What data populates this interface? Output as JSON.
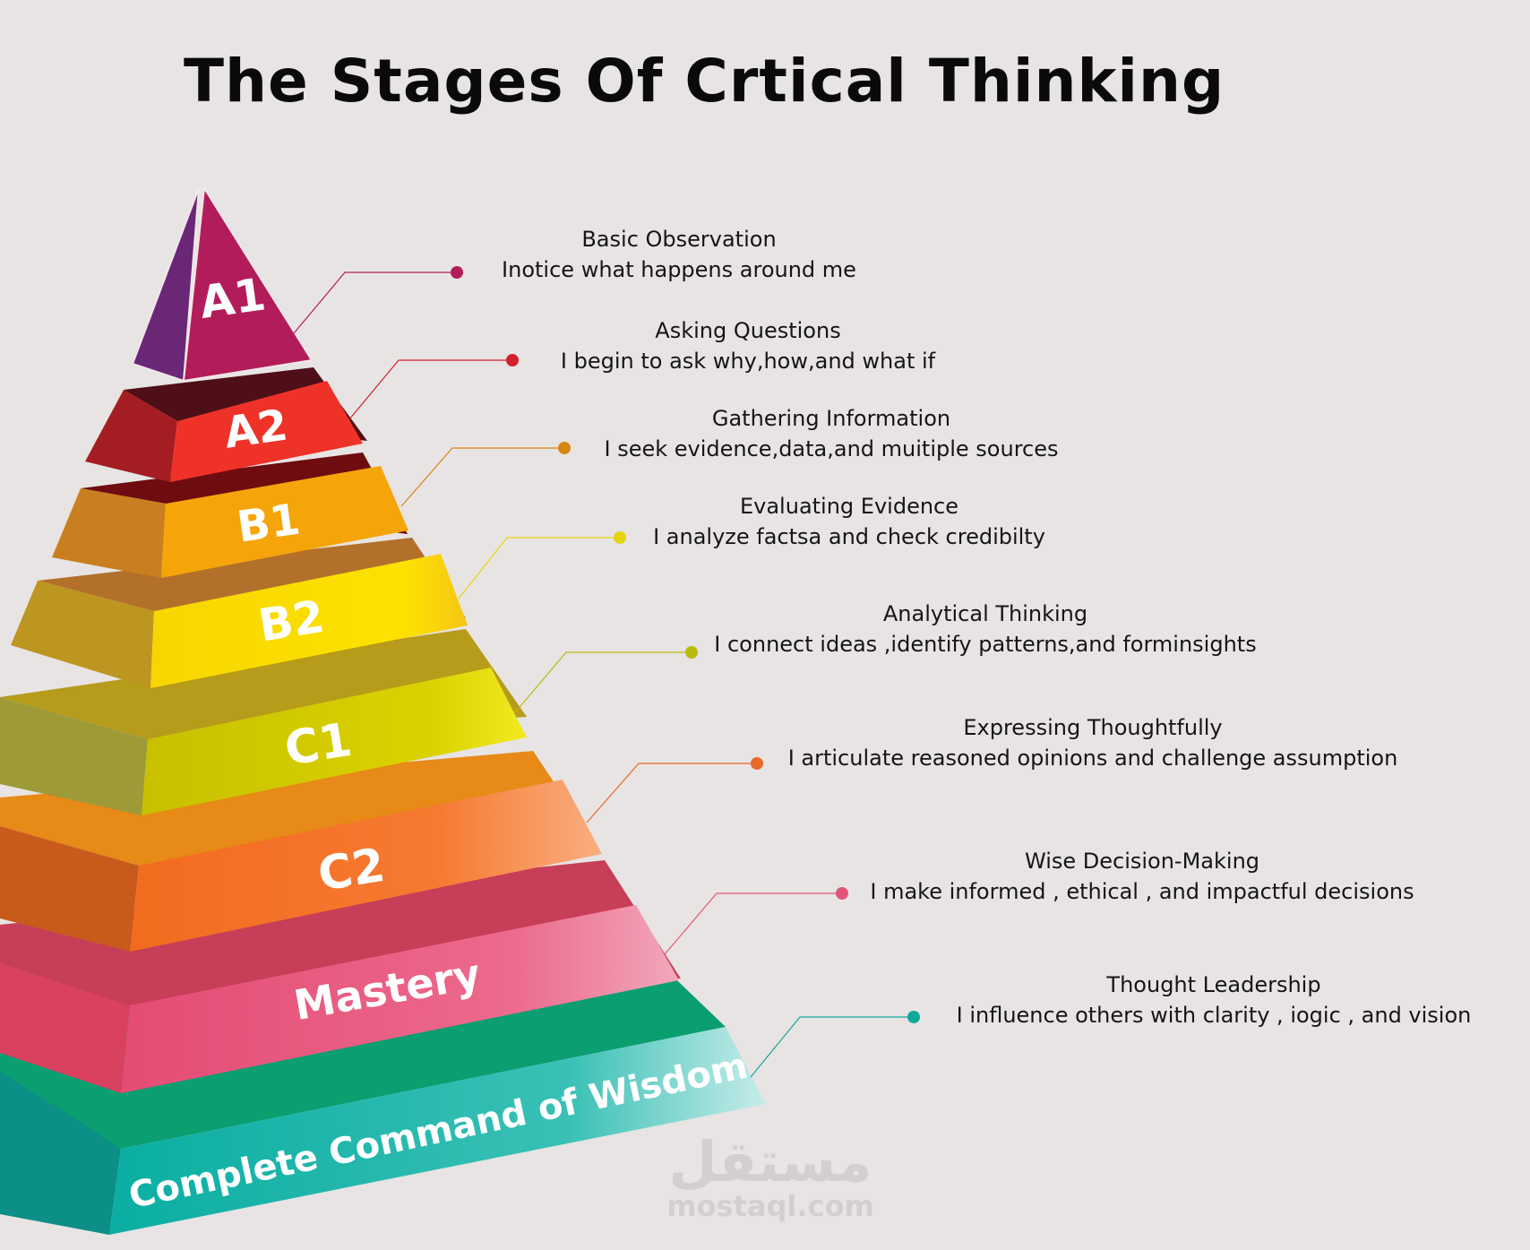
{
  "title": "The Stages Of Crtical Thinking",
  "levels": [
    {
      "label": "A1",
      "title": "Basic Observation",
      "desc": "Inotice what happens around me",
      "dot_color": "#b31c5a"
    },
    {
      "label": "A2",
      "title": "Asking Questions",
      "desc": "I begin to ask why,how,and what if",
      "dot_color": "#d0232d"
    },
    {
      "label": "B1",
      "title": "Gathering Information",
      "desc": "I seek evidence,data,and muitiple sources",
      "dot_color": "#d88512"
    },
    {
      "label": "B2",
      "title": "Evaluating Evidence",
      "desc": "I analyze factsa and check credibilty",
      "dot_color": "#e6d40a"
    },
    {
      "label": "C1",
      "title": "Analytical Thinking",
      "desc": "I connect ideas ,identify patterns,and forminsights",
      "dot_color": "#b8ba10"
    },
    {
      "label": "C2",
      "title": "Expressing Thoughtfully",
      "desc": "I articulate reasoned opinions and challenge assumption",
      "dot_color": "#e8692a"
    },
    {
      "label": "Mastery",
      "title": "Wise Decision-Making",
      "desc": "I make informed , ethical , and impactful decisions",
      "dot_color": "#e2557b"
    },
    {
      "label": "Complete Command of Wisdom",
      "title": "Thought Leadership",
      "desc": "I influence others with clarity , iogic , and vision",
      "dot_color": "#11a99b"
    }
  ],
  "watermark": {
    "arabic": "مستقل",
    "latin": "mostaql.com"
  }
}
